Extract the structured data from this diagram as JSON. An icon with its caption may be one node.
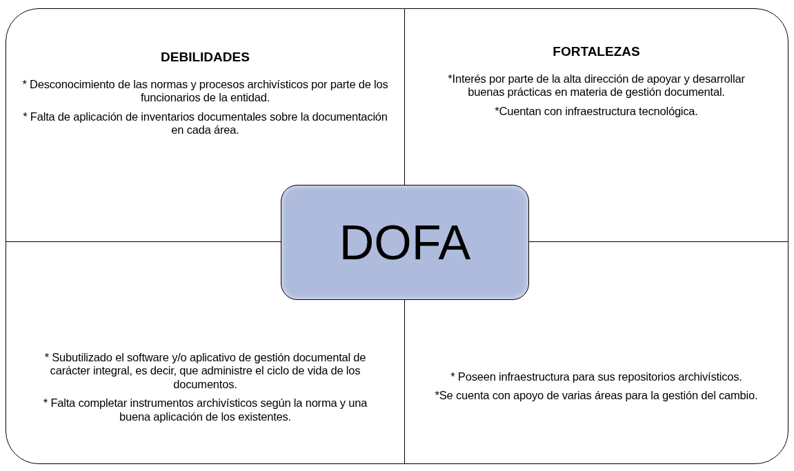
{
  "diagram": {
    "nodes": [
      {
        "text": [
          "DEBILIDADES",
          "* Desconocimiento de las normas y procesos archivísticos por parte de los funcionarios de la entidad.",
          "* Falta de aplicación de inventarios documentales sobre la documentación en cada área."
        ]
      },
      {
        "text": [
          "FORTALEZAS",
          "*Interés por parte de la alta dirección de apoyar y desarrollar buenas prácticas en materia de gestión documental.",
          "*Cuentan con infraestructura tecnológica."
        ]
      },
      {
        "text": [
          "* Subutilizado el software y/o aplicativo de gestión documental de carácter integral, es decir, que administre el ciclo de vida de los documentos.",
          "* Falta completar instrumentos archivísticos según la norma y una buena aplicación de los existentes."
        ]
      },
      {
        "text": [
          "* Poseen infraestructura para sus repositorios archivísticos.",
          "*Se cuenta con apoyo de varias áreas para la gestión del cambio."
        ]
      },
      {
        "text": [
          "DOFA"
        ]
      }
    ]
  }
}
